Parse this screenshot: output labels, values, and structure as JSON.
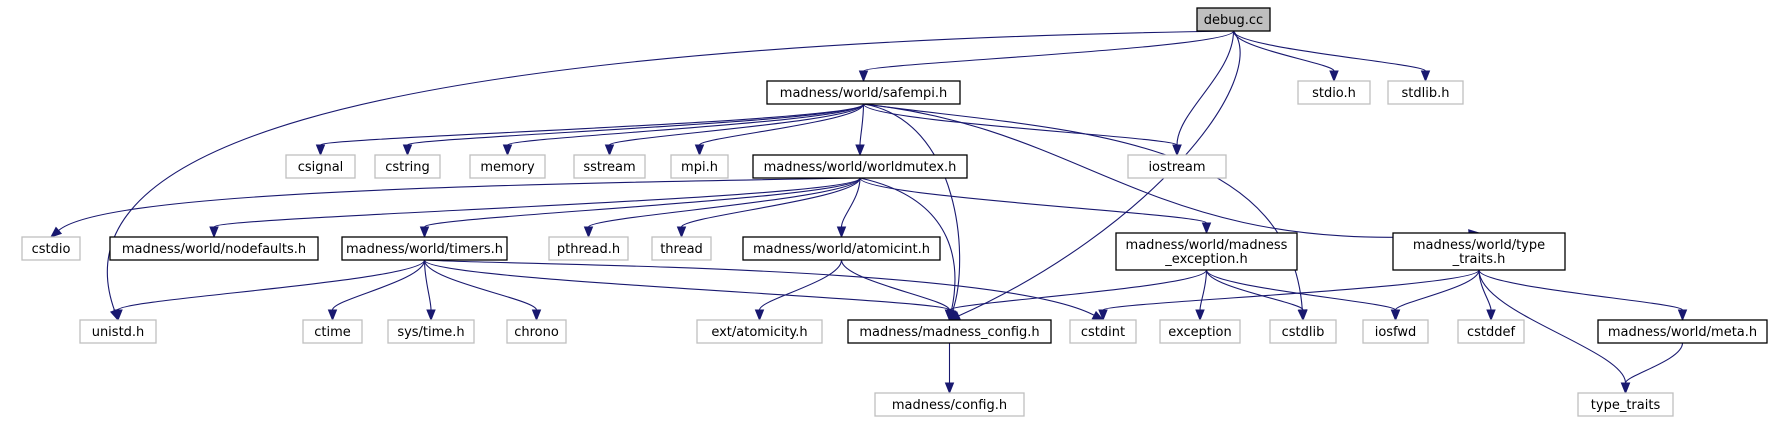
{
  "colors": {
    "edge": "#191970",
    "main_fill": "#bfbfbf",
    "project_border": "#000000",
    "system_border": "#bfbfbf"
  },
  "nodes": {
    "debug_cc": {
      "kind": "main",
      "lines": [
        "debug.cc"
      ]
    },
    "safempi": {
      "kind": "proj",
      "lines": [
        "madness/world/safempi.h"
      ]
    },
    "stdio_h": {
      "kind": "ext",
      "lines": [
        "stdio.h"
      ]
    },
    "stdlib_h": {
      "kind": "ext",
      "lines": [
        "stdlib.h"
      ]
    },
    "csignal": {
      "kind": "ext",
      "lines": [
        "csignal"
      ]
    },
    "cstring": {
      "kind": "ext",
      "lines": [
        "cstring"
      ]
    },
    "memory": {
      "kind": "ext",
      "lines": [
        "memory"
      ]
    },
    "sstream": {
      "kind": "ext",
      "lines": [
        "sstream"
      ]
    },
    "mpi_h": {
      "kind": "ext",
      "lines": [
        "mpi.h"
      ]
    },
    "worldmutex": {
      "kind": "proj",
      "lines": [
        "madness/world/worldmutex.h"
      ]
    },
    "iostream": {
      "kind": "ext",
      "lines": [
        "iostream"
      ]
    },
    "cstdio": {
      "kind": "ext",
      "lines": [
        "cstdio"
      ]
    },
    "nodefaults": {
      "kind": "proj",
      "lines": [
        "madness/world/nodefaults.h"
      ]
    },
    "timers": {
      "kind": "proj",
      "lines": [
        "madness/world/timers.h"
      ]
    },
    "pthread_h": {
      "kind": "ext",
      "lines": [
        "pthread.h"
      ]
    },
    "thread": {
      "kind": "ext",
      "lines": [
        "thread"
      ]
    },
    "atomicint": {
      "kind": "proj",
      "lines": [
        "madness/world/atomicint.h"
      ]
    },
    "madness_exception": {
      "kind": "proj",
      "lines": [
        "madness/world/madness",
        "_exception.h"
      ]
    },
    "type_traits_h": {
      "kind": "proj",
      "lines": [
        "madness/world/type",
        "_traits.h"
      ]
    },
    "unistd_h": {
      "kind": "ext",
      "lines": [
        "unistd.h"
      ]
    },
    "ctime": {
      "kind": "ext",
      "lines": [
        "ctime"
      ]
    },
    "sys_time": {
      "kind": "ext",
      "lines": [
        "sys/time.h"
      ]
    },
    "chrono": {
      "kind": "ext",
      "lines": [
        "chrono"
      ]
    },
    "ext_atomicity": {
      "kind": "ext",
      "lines": [
        "ext/atomicity.h"
      ]
    },
    "madness_config": {
      "kind": "proj",
      "lines": [
        "madness/madness_config.h"
      ]
    },
    "cstdint": {
      "kind": "ext",
      "lines": [
        "cstdint"
      ]
    },
    "exception": {
      "kind": "ext",
      "lines": [
        "exception"
      ]
    },
    "cstdlib": {
      "kind": "ext",
      "lines": [
        "cstdlib"
      ]
    },
    "iosfwd": {
      "kind": "ext",
      "lines": [
        "iosfwd"
      ]
    },
    "cstddef": {
      "kind": "ext",
      "lines": [
        "cstddef"
      ]
    },
    "meta_h": {
      "kind": "proj",
      "lines": [
        "madness/world/meta.h"
      ]
    },
    "config_h": {
      "kind": "ext",
      "lines": [
        "madness/config.h"
      ]
    },
    "type_traits": {
      "kind": "ext",
      "lines": [
        "type_traits"
      ]
    }
  },
  "edges": [
    [
      "debug_cc",
      "safempi"
    ],
    [
      "debug_cc",
      "stdio_h"
    ],
    [
      "debug_cc",
      "stdlib_h"
    ],
    [
      "debug_cc",
      "iostream"
    ],
    [
      "debug_cc",
      "unistd_h"
    ],
    [
      "debug_cc",
      "madness_config"
    ],
    [
      "safempi",
      "csignal"
    ],
    [
      "safempi",
      "cstring"
    ],
    [
      "safempi",
      "memory"
    ],
    [
      "safempi",
      "sstream"
    ],
    [
      "safempi",
      "mpi_h"
    ],
    [
      "safempi",
      "worldmutex"
    ],
    [
      "safempi",
      "iostream"
    ],
    [
      "safempi",
      "cstdlib"
    ],
    [
      "safempi",
      "type_traits_h"
    ],
    [
      "safempi",
      "madness_config"
    ],
    [
      "worldmutex",
      "cstdio"
    ],
    [
      "worldmutex",
      "nodefaults"
    ],
    [
      "worldmutex",
      "timers"
    ],
    [
      "worldmutex",
      "pthread_h"
    ],
    [
      "worldmutex",
      "thread"
    ],
    [
      "worldmutex",
      "atomicint"
    ],
    [
      "worldmutex",
      "madness_exception"
    ],
    [
      "worldmutex",
      "madness_config"
    ],
    [
      "timers",
      "unistd_h"
    ],
    [
      "timers",
      "ctime"
    ],
    [
      "timers",
      "sys_time"
    ],
    [
      "timers",
      "chrono"
    ],
    [
      "timers",
      "madness_config"
    ],
    [
      "timers",
      "cstdint"
    ],
    [
      "atomicint",
      "ext_atomicity"
    ],
    [
      "atomicint",
      "madness_config"
    ],
    [
      "madness_exception",
      "madness_config"
    ],
    [
      "madness_exception",
      "exception"
    ],
    [
      "madness_exception",
      "cstdlib"
    ],
    [
      "madness_exception",
      "iosfwd"
    ],
    [
      "type_traits_h",
      "cstdint"
    ],
    [
      "type_traits_h",
      "iosfwd"
    ],
    [
      "type_traits_h",
      "cstddef"
    ],
    [
      "type_traits_h",
      "meta_h"
    ],
    [
      "type_traits_h",
      "type_traits"
    ],
    [
      "madness_config",
      "config_h"
    ],
    [
      "meta_h",
      "type_traits"
    ]
  ]
}
